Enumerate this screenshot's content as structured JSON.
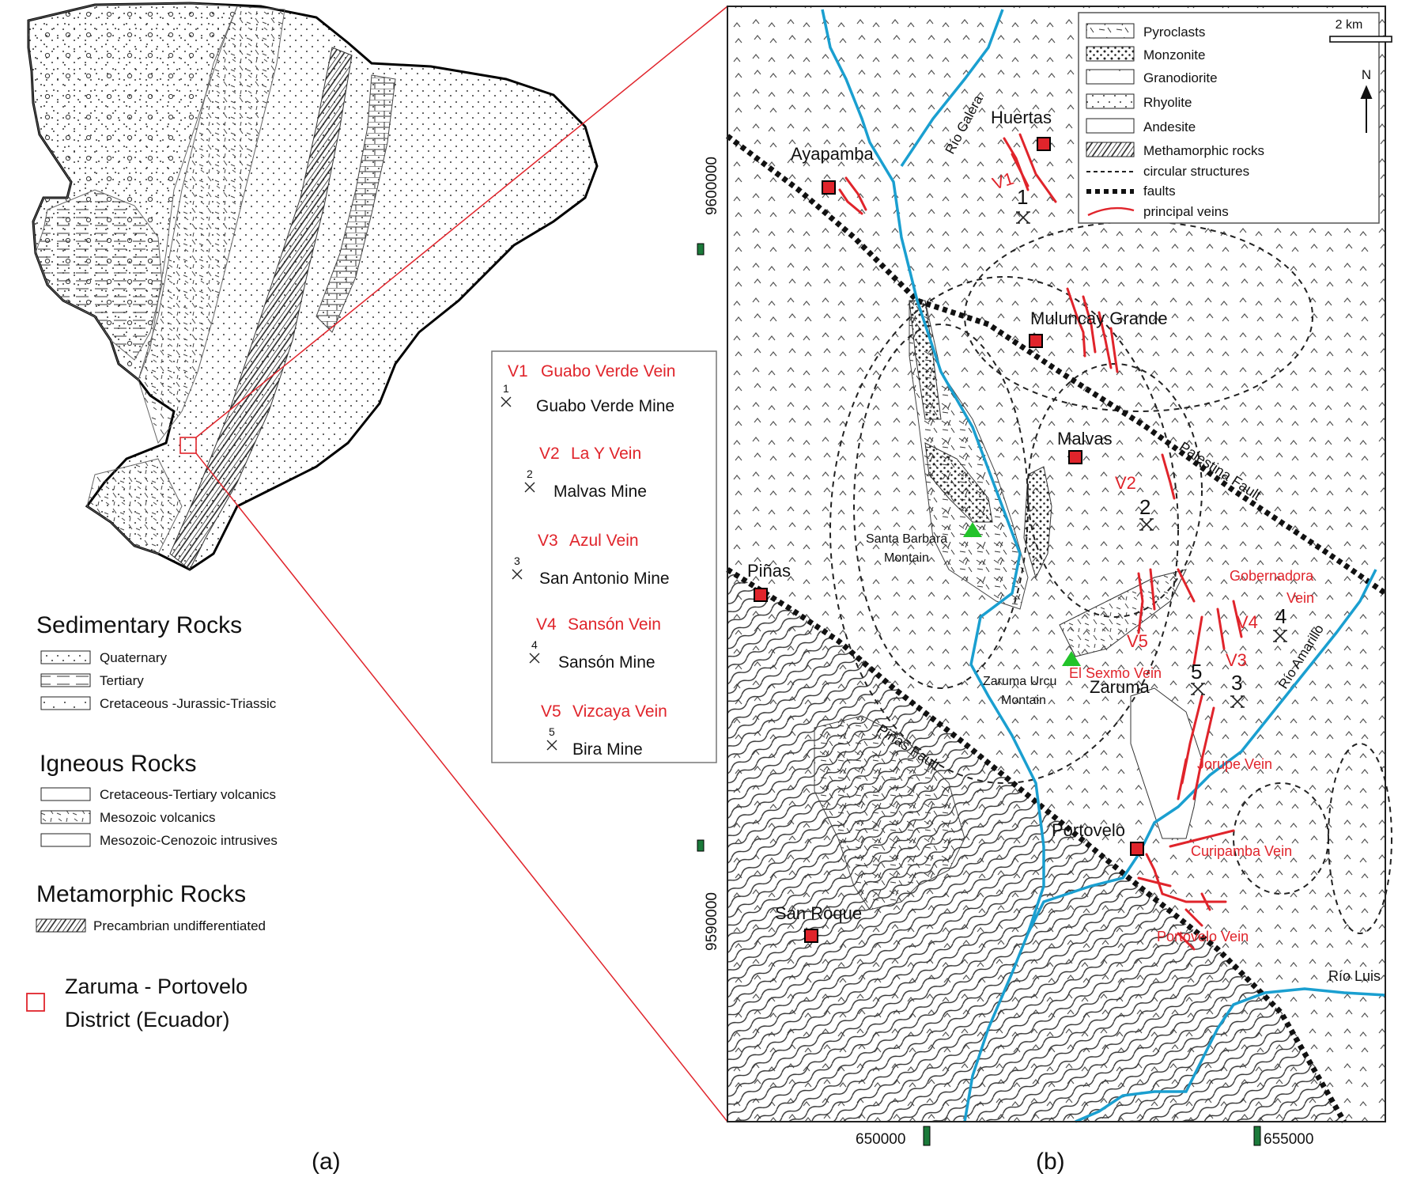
{
  "panel_labels": {
    "a": "(a)",
    "b": "(b)"
  },
  "colors": {
    "river": "#1a9fd0",
    "vein": "#e0242b",
    "town": "#e0242b",
    "mountain": "#22c32a",
    "metamorphic": "#333333"
  },
  "overview_legend": {
    "sedimentary_title": "Sedimentary Rocks",
    "sedimentary": [
      "Quaternary",
      "Tertiary",
      "Cretaceous -Jurassic-Triassic"
    ],
    "igneous_title": "Igneous Rocks",
    "igneous": [
      "Cretaceous-Tertiary volcanics",
      "Mesozoic volcanics",
      "Mesozoic-Cenozoic intrusives"
    ],
    "metamorphic_title": "Metamorphic Rocks",
    "metamorphic": [
      "Precambrian undifferentiated"
    ],
    "district_line1": "Zaruma - Portovelo",
    "district_line2": "District (Ecuador)"
  },
  "vein_legend": [
    {
      "code": "V1",
      "vein": "Guabo Verde Vein",
      "num": "1",
      "mine": "Guabo Verde Mine"
    },
    {
      "code": "V2",
      "vein": "La Y Vein",
      "num": "2",
      "mine": "Malvas Mine"
    },
    {
      "code": "V3",
      "vein": "Azul Vein",
      "num": "3",
      "mine": "San Antonio Mine"
    },
    {
      "code": "V4",
      "vein": "Sansón Vein",
      "num": "4",
      "mine": "Sansón Mine"
    },
    {
      "code": "V5",
      "vein": "Vizcaya Vein",
      "num": "5",
      "mine": "Bira Mine"
    }
  ],
  "map_legend": [
    "Pyroclasts",
    "Monzonite",
    "Granodiorite",
    "Rhyolite",
    "Andesite",
    "Methamorphic rocks",
    "circular structures",
    "faults",
    "principal veins"
  ],
  "scale": "2 km",
  "north": "N",
  "axes": {
    "y_top": "9600000",
    "y_bottom": "9590000",
    "x_left": "650000",
    "x_right": "655000"
  },
  "towns": [
    "Ayapamba",
    "Huertas",
    "Muluncay Grande",
    "Malvas",
    "Piñas",
    "Zaruma",
    "Portovelo",
    "San Roque"
  ],
  "rivers": [
    "Río Calera",
    "Río Amarillo",
    "Río Luis"
  ],
  "faults": [
    "Palestina Fault",
    "Piñas Fault"
  ],
  "mountains": [
    "Santa Barbara",
    "Montain",
    "Zaruma Urcu",
    "Montain"
  ],
  "vein_labels": [
    "V1",
    "V2",
    "V3",
    "V4",
    "V5",
    "Gobernadora",
    "Vein",
    "El Sexmo Vein",
    "Jorupe Vein",
    "Curipamba Vein",
    "Portovelo Vein"
  ],
  "mine_numbers": [
    "1",
    "2",
    "3",
    "4",
    "5"
  ]
}
